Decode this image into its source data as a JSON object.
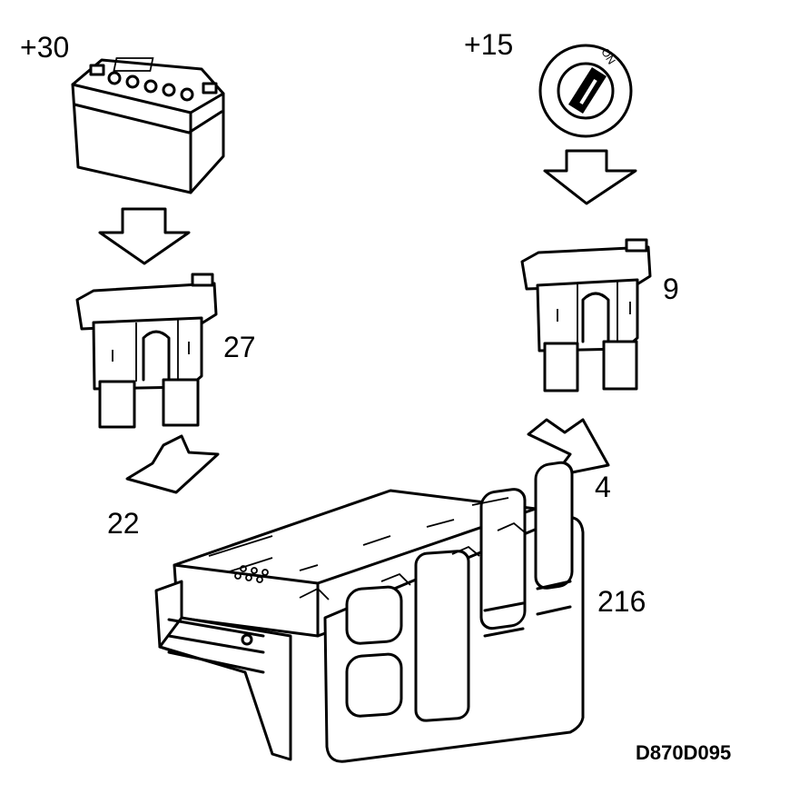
{
  "labels": {
    "battery_terminal": "+30",
    "ignition_terminal": "+15",
    "fuse_left": "27",
    "fuse_right": "9",
    "pin_left": "22",
    "pin_right": "4",
    "control_unit": "216",
    "ignition_on": "ON",
    "drawing_code": "D870D095"
  }
}
